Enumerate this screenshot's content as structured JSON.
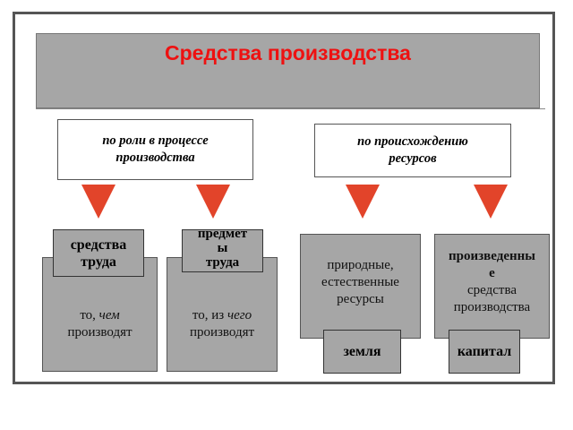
{
  "title": "Средства производства",
  "criteria": {
    "role": [
      "по роли в процессе",
      "производства"
    ],
    "origin": [
      "по происхождению",
      "ресурсов"
    ]
  },
  "panels": {
    "means_of_labor": {
      "pre": "то, ",
      "em": "чем",
      "line2": "производят"
    },
    "objects_of_labor": {
      "pre": "то, из ",
      "em": "чего",
      "line2": "производят"
    },
    "natural": {
      "line1": "природные,",
      "line2": "естественные",
      "line3": "ресурсы"
    },
    "produced": {
      "line1": "произведенны",
      "line2": "е",
      "line3": "средства",
      "line4": "производства"
    }
  },
  "tags": {
    "means_of_labor": [
      "средства",
      "труда"
    ],
    "objects_of_labor": [
      "предмет",
      "ы",
      "труда"
    ],
    "land": "земля",
    "capital": "капитал"
  },
  "colors": {
    "title": "#ee1111",
    "arrow": "#e2442a",
    "box": "#a6a6a6"
  }
}
